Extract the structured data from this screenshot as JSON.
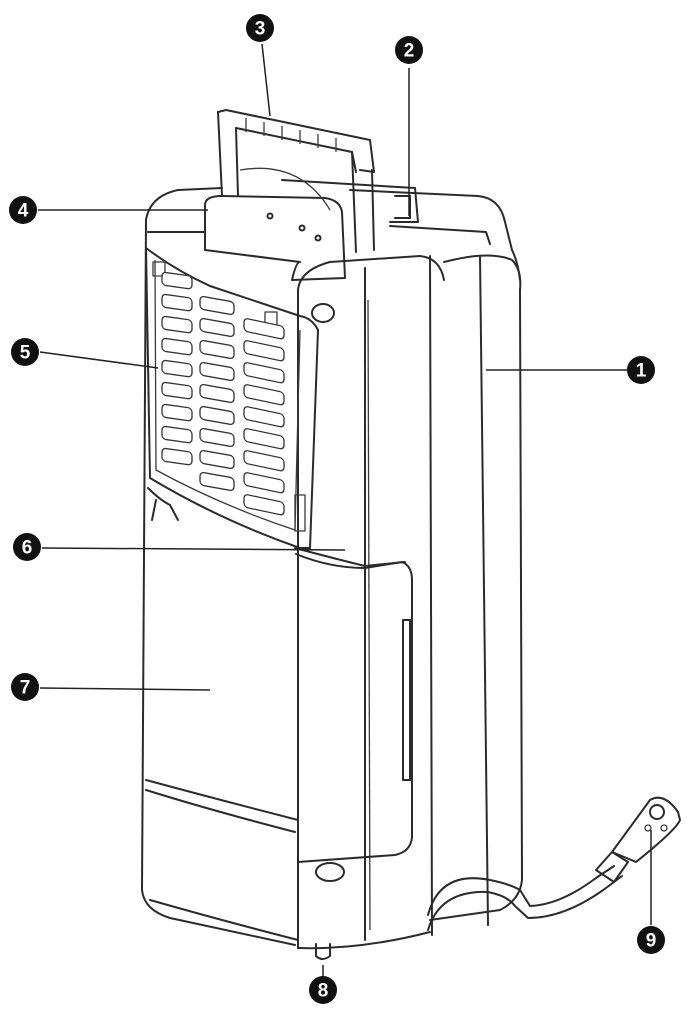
{
  "callouts": [
    {
      "number": "1",
      "target": "side-housing"
    },
    {
      "number": "2",
      "target": "top-outlet"
    },
    {
      "number": "3",
      "target": "carry-handle"
    },
    {
      "number": "4",
      "target": "top-cap"
    },
    {
      "number": "5",
      "target": "air-filter-grille"
    },
    {
      "number": "6",
      "target": "rear-panel"
    },
    {
      "number": "7",
      "target": "water-tank"
    },
    {
      "number": "8",
      "target": "foot"
    },
    {
      "number": "9",
      "target": "power-plug"
    }
  ],
  "colors": {
    "badge": "#111111",
    "line": "#2b2b2b",
    "background": "#ffffff"
  }
}
